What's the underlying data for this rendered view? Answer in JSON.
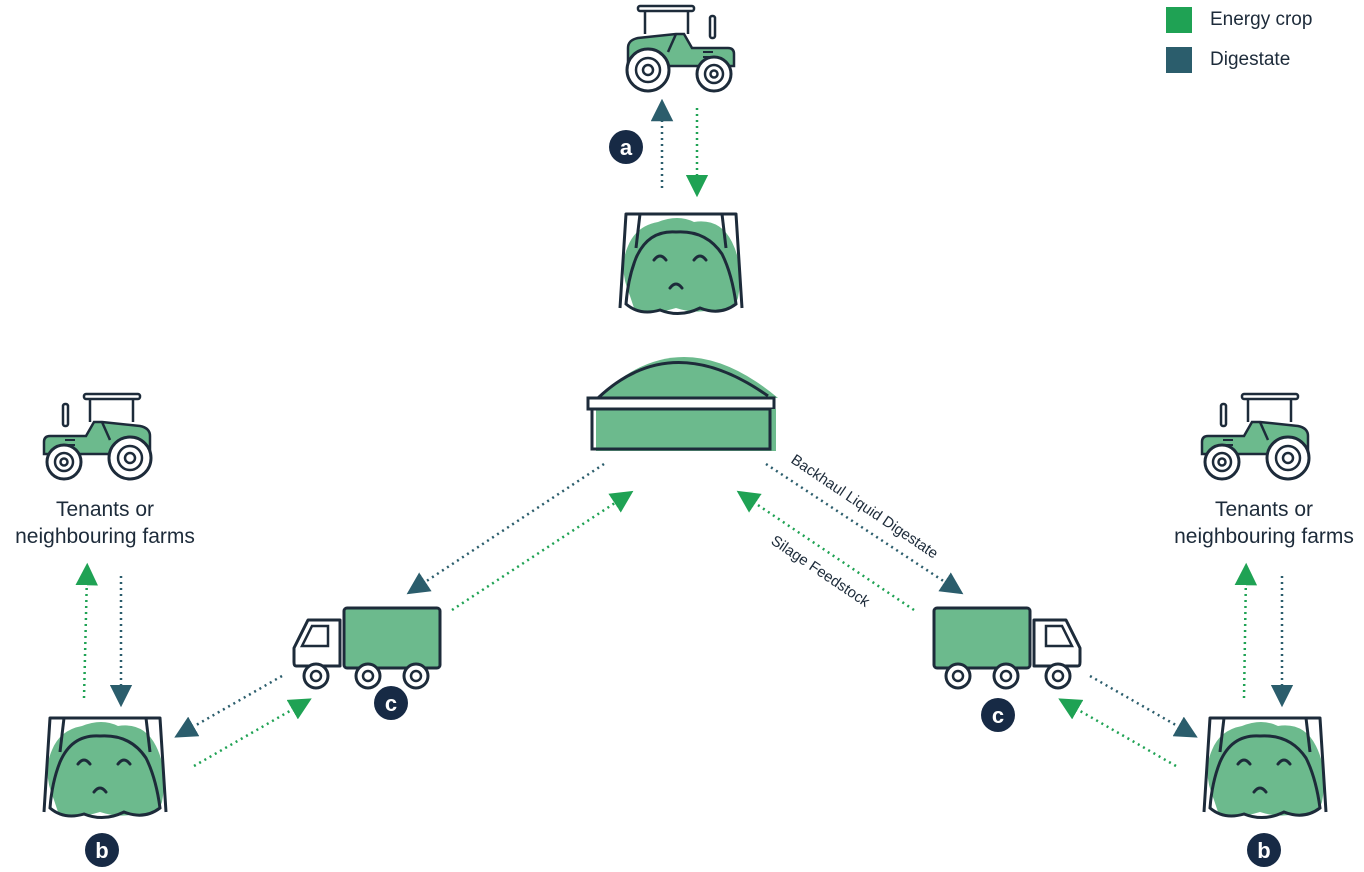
{
  "legend": {
    "items": [
      {
        "label": "Energy crop",
        "color": "#1fa254"
      },
      {
        "label": "Digestate",
        "color": "#2b5d6c"
      }
    ]
  },
  "farm_labels": {
    "left": {
      "line1": "Tenants or",
      "line2": "neighbouring farms"
    },
    "right": {
      "line1": "Tenants or",
      "line2": "neighbouring farms"
    }
  },
  "route_labels": {
    "digestate": "Backhaul Liquid Digestate",
    "feedstock": "Silage Feedstock"
  },
  "markers": {
    "a": "a",
    "b_left": "b",
    "b_right": "b",
    "c_left": "c",
    "c_right": "c"
  },
  "colors": {
    "fill_green": "#6cba8d",
    "outline": "#1d2b3a",
    "energy_arrow": "#1fa254",
    "digestate_arrow": "#2b5d6c",
    "marker_bg": "#172a45"
  }
}
